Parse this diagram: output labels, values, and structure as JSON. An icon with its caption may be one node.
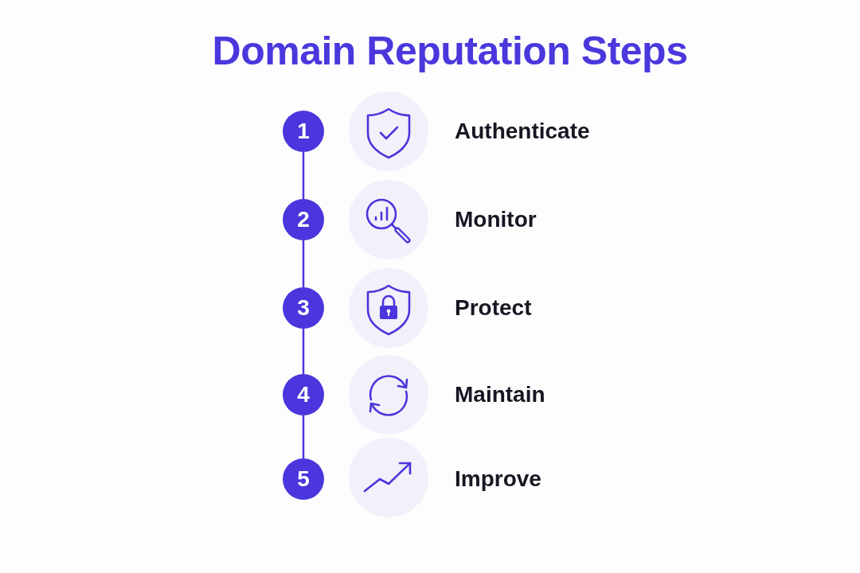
{
  "diagram": {
    "title": "Domain Reputation Steps",
    "nodes": [
      {
        "text": [
          "1"
        ]
      },
      {
        "text": [
          "2"
        ]
      },
      {
        "text": [
          "3"
        ]
      },
      {
        "text": [
          "4"
        ]
      },
      {
        "text": [
          "5"
        ]
      }
    ],
    "edges": [
      {
        "from": 0,
        "to": 1,
        "arrow": "none"
      },
      {
        "from": 1,
        "to": 2,
        "arrow": "none"
      },
      {
        "from": 2,
        "to": 3,
        "arrow": "none"
      },
      {
        "from": 3,
        "to": 4,
        "arrow": "none"
      }
    ],
    "labels": [
      "Authenticate",
      "Monitor",
      "Protect",
      "Maintain",
      "Improve"
    ]
  }
}
